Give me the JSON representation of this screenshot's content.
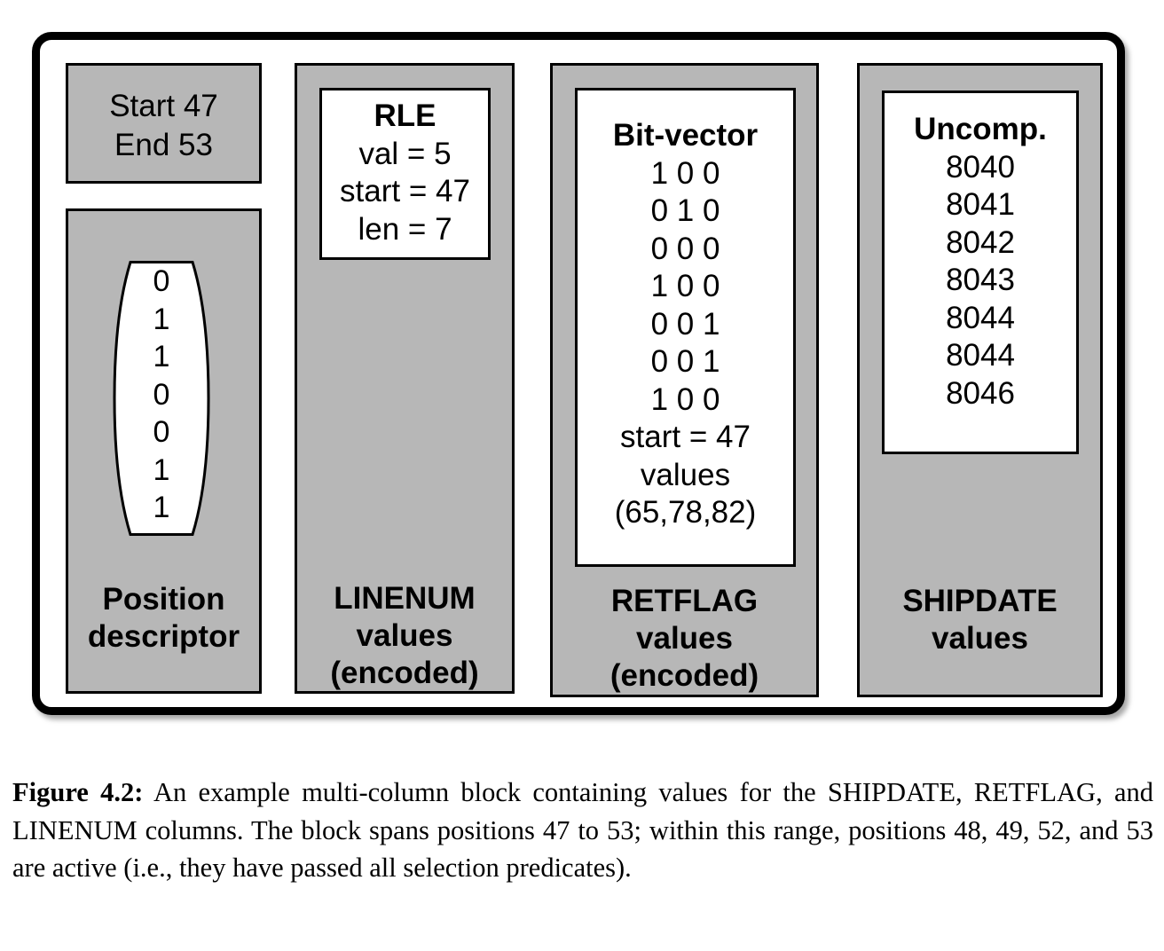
{
  "position_descriptor": {
    "range_lines": [
      "Start 47",
      "End 53"
    ],
    "bits": [
      "0",
      "1",
      "1",
      "0",
      "0",
      "1",
      "1"
    ],
    "label_lines": [
      "Position",
      "descriptor"
    ]
  },
  "linenum": {
    "encoding_title": "RLE",
    "encoding_lines": [
      "val = 5",
      "start = 47",
      "len = 7"
    ],
    "label_lines": [
      "LINENUM",
      "values",
      "(encoded)"
    ]
  },
  "retflag": {
    "encoding_title": "Bit-vector",
    "encoding_lines": [
      "1 0 0",
      "0 1 0",
      "0 0 0",
      "1 0 0",
      "0 0 1",
      "0 0 1",
      "1 0 0",
      "start = 47",
      "values",
      "(65,78,82)"
    ],
    "label_lines": [
      "RETFLAG",
      "values",
      "(encoded)"
    ]
  },
  "shipdate": {
    "encoding_title": "Uncomp.",
    "encoding_lines": [
      "8040",
      "8041",
      "8042",
      "8043",
      "8044",
      "8044",
      "8046"
    ],
    "label_lines": [
      "SHIPDATE",
      "values"
    ]
  },
  "caption": {
    "prefix": "Figure 4.2:",
    "text": "An example multi-column block containing values for the SHIPDATE, RETFLAG, and LINENUM columns. The block spans positions 47 to 53; within this range, positions 48, 49, 52, and 53 are active (i.e., they have passed all selection predicates)."
  },
  "colors": {
    "panel_fill": "#b7b7b7",
    "border": "#000000",
    "inner_fill": "#ffffff"
  }
}
